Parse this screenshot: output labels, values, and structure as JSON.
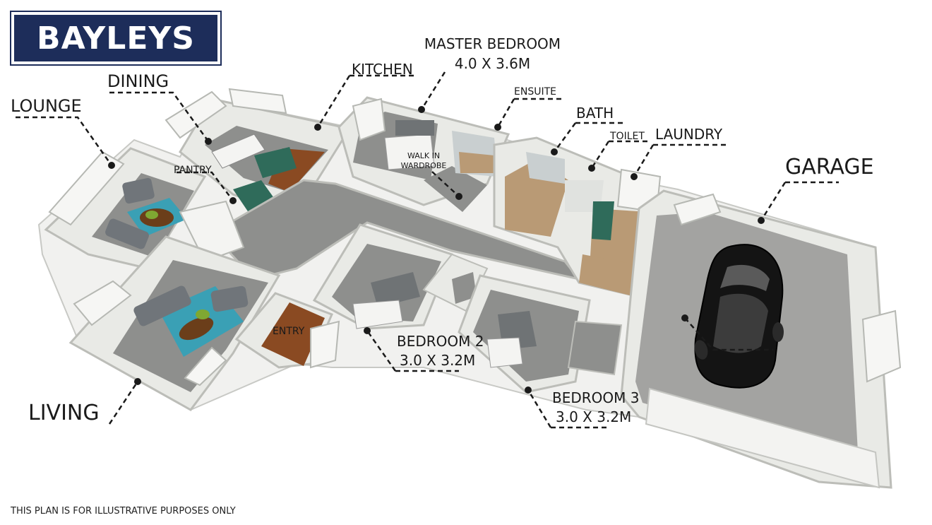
{
  "brand": {
    "logo_text": "BAYLEYS",
    "color": "#1d2d5a"
  },
  "rooms": {
    "lounge": "LOUNGE",
    "dining": "DINING",
    "kitchen": "KITCHEN",
    "pantry": "PANTRY",
    "master_bedroom": {
      "name": "MASTER BEDROOM",
      "size": "4.0 X 3.6M"
    },
    "ensuite": "ENSUITE",
    "walk_in_wardrobe": [
      "WALK IN",
      "WARDROBE"
    ],
    "bath": "BATH",
    "toilet": "TOILET",
    "laundry": "LAUNDRY",
    "garage": "GARAGE",
    "living": "LIVING",
    "entry": "ENTRY",
    "bedroom_2": {
      "name": "BEDROOM 2",
      "size": "3.0 X 3.2M"
    },
    "bedroom_3": {
      "name": "BEDROOM 3",
      "size": "3.0 X 3.2M"
    }
  },
  "disclaimer": "THIS PLAN IS FOR ILLUSTRATIVE PURPOSES ONLY",
  "colors": {
    "wall": "#e7e8e4",
    "wall_edge": "#bfc1bc",
    "carpet": "#8e8f8d",
    "garage_floor": "#a3a3a1",
    "wood": "#8a4a22",
    "tile": "#b99a75",
    "rug": "#3aa0b5",
    "ink": "#1a1a1a"
  }
}
